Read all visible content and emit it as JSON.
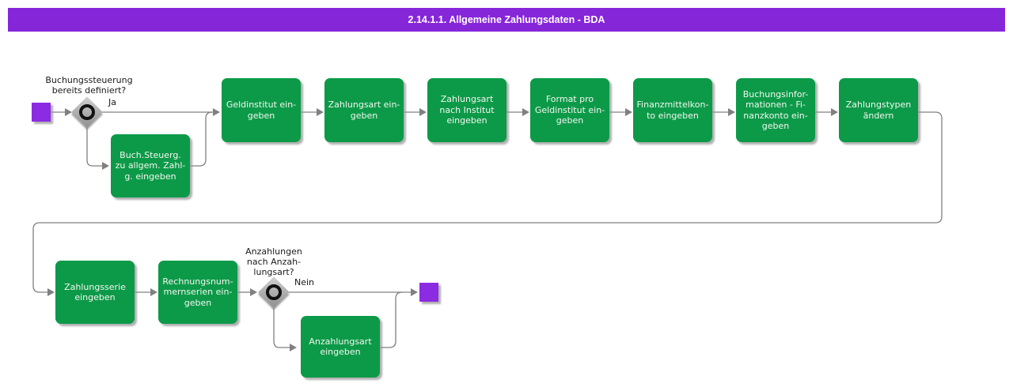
{
  "title": "2.14.1.1. Allgemeine Zahlungsdaten - BDA",
  "colors": {
    "banner_purple": "#8626D9",
    "terminal_purple": "#8B2BE2",
    "activity_green": "#0C9A49",
    "activity_text": "#F4F6EF",
    "connector_gray": "#808080",
    "decision_fill_gray": "#B2B2B2",
    "label_text": "#1A1A1A"
  },
  "decisions": [
    {
      "question": "Buchungssteuerung\nbereits definiert?",
      "branch_label": "Ja"
    },
    {
      "question": "Anzahlungen\nnach Anzah-\nlungsart?",
      "branch_label": "Nein"
    }
  ],
  "activities": [
    {
      "label": "Buch.Steuerg.\nzu allgem. Zahl-\ng. eingeben"
    },
    {
      "label": "Geldinstitut ein-\ngeben"
    },
    {
      "label": "Zahlungsart ein-\ngeben"
    },
    {
      "label": "Zahlungsart\nnach Institut\neingeben"
    },
    {
      "label": "Format pro\nGeldinstitut ein-\ngeben"
    },
    {
      "label": "Finanzmittelkon-\nto eingeben"
    },
    {
      "label": "Buchungsinfor-\nmationen - Fi-\nnanzkonto ein-\ngeben"
    },
    {
      "label": "Zahlungstypen\nändern"
    },
    {
      "label": "Zahlungsserie\neingeben"
    },
    {
      "label": "Rechnungsnum-\nmernserien ein-\ngeben"
    },
    {
      "label": "Anzahlungsart\neingeben"
    }
  ]
}
